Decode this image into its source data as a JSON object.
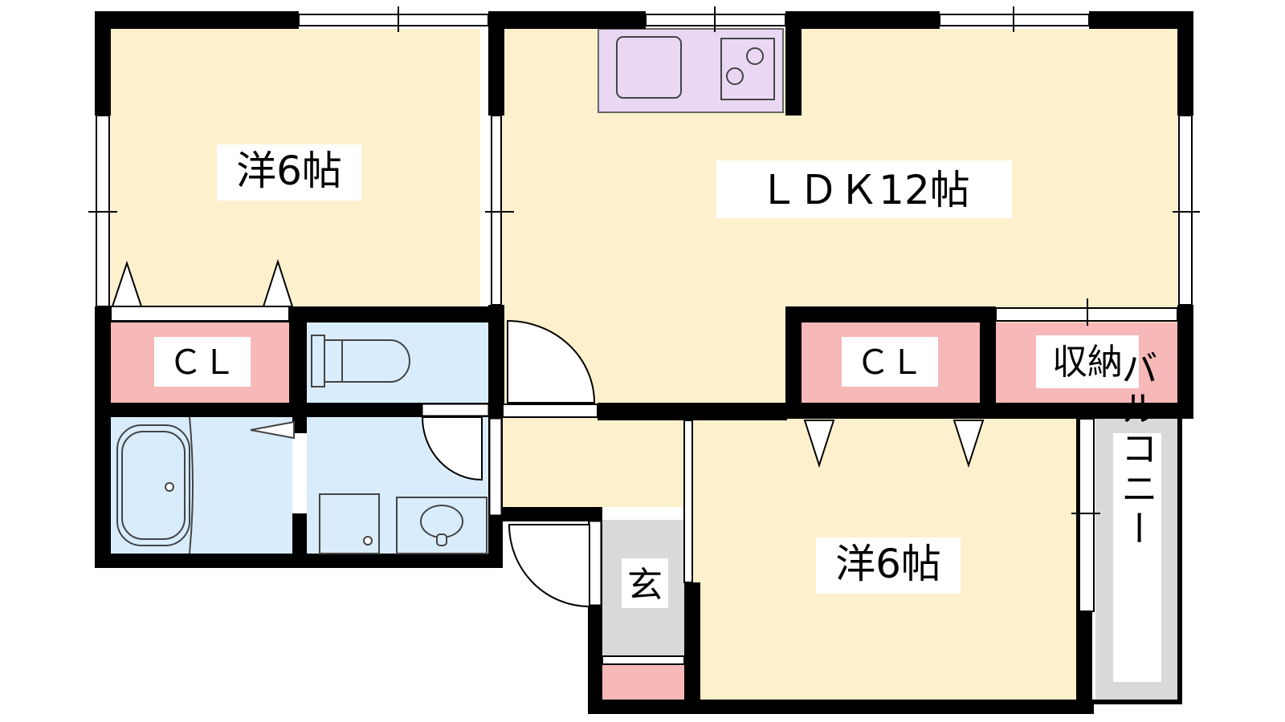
{
  "floor_plan": {
    "rooms": {
      "western_room_1": {
        "label": "洋6帖"
      },
      "ldk": {
        "label": "ＬＤＫ12帖"
      },
      "closet_1": {
        "label": "ＣＬ"
      },
      "closet_2": {
        "label": "ＣＬ"
      },
      "storage": {
        "label": "収納"
      },
      "western_room_2": {
        "label": "洋6帖"
      },
      "entrance": {
        "label": "玄"
      },
      "balcony": {
        "label": "バルコニー"
      }
    },
    "colors": {
      "room_fill": "#fdf0cc",
      "closet_fill": "#f7b8b8",
      "wet_area_fill": "#d9ecfc",
      "kitchen_fill": "#ead7f3",
      "entrance_fill": "#d9d9d9",
      "wall": "#000000",
      "label_bg": "#ffffff"
    }
  }
}
